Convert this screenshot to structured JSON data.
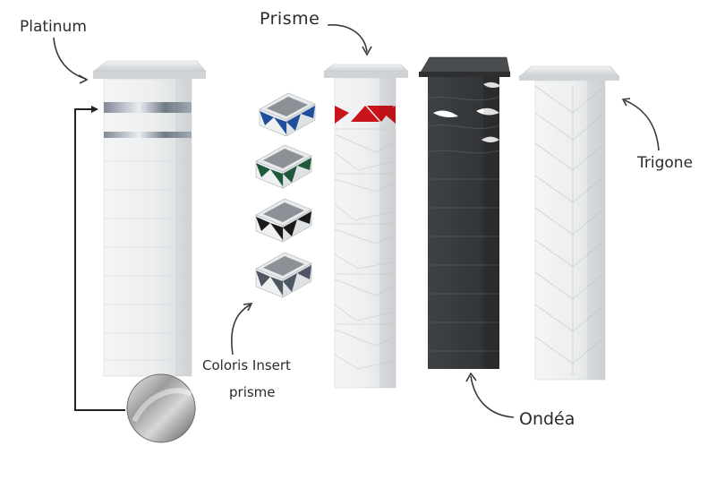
{
  "labels": {
    "platinum": "Platinum",
    "prisme": "Prisme",
    "trigone": "Trigone",
    "ondea": "Ondéa",
    "coloris_line1": "Coloris Insert",
    "coloris_line2": "prisme"
  },
  "colors": {
    "prisme_accent": "#c8141a",
    "insert_blue": "#1f4f9a",
    "insert_green": "#1e5a3a",
    "insert_black": "#1a1a1a",
    "insert_grey": "#4f5663",
    "ondea_body": "#3a3d40",
    "platinum_band": "#9aa3ad"
  }
}
